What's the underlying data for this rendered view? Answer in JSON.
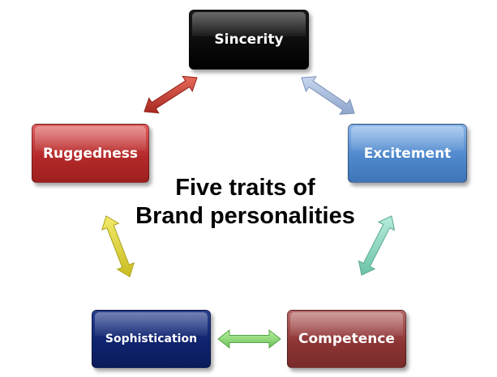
{
  "diagram": {
    "traits": {
      "sincerity": "Sincerity",
      "ruggedness": "Ruggedness",
      "excitement": "Excitement",
      "sophistication": "Sophistication",
      "competence": "Competence"
    },
    "center_title": {
      "line1": "Five traits of",
      "line2": "Brand personalities"
    }
  },
  "colors": {
    "sincerity": "#000000",
    "ruggedness": "#b52a2a",
    "excitement": "#4f88cc",
    "sophistication": "#0f236e",
    "competence": "#8e3535",
    "arrow_sincerity_ruggedness": "#c0392b",
    "arrow_sincerity_excitement": "#9fb3d6",
    "arrow_excitement_competence": "#7fd1b9",
    "arrow_competence_sophistication": "#7ccf6a",
    "arrow_sophistication_ruggedness": "#d9cf3a"
  }
}
